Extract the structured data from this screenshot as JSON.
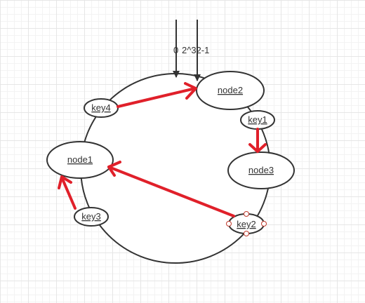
{
  "diagram": {
    "nodes": {
      "node1": "node1",
      "node2": "node2",
      "node3": "node3"
    },
    "keys": {
      "key1": "key1",
      "key2": "key2",
      "key3": "key3",
      "key4": "key4"
    },
    "ring_labels": {
      "start": "0",
      "end": "2^32-1"
    },
    "colors": {
      "ring": "#333333",
      "mapping_arrow": "#e0202a",
      "selection_handle": "#c0392b"
    }
  }
}
